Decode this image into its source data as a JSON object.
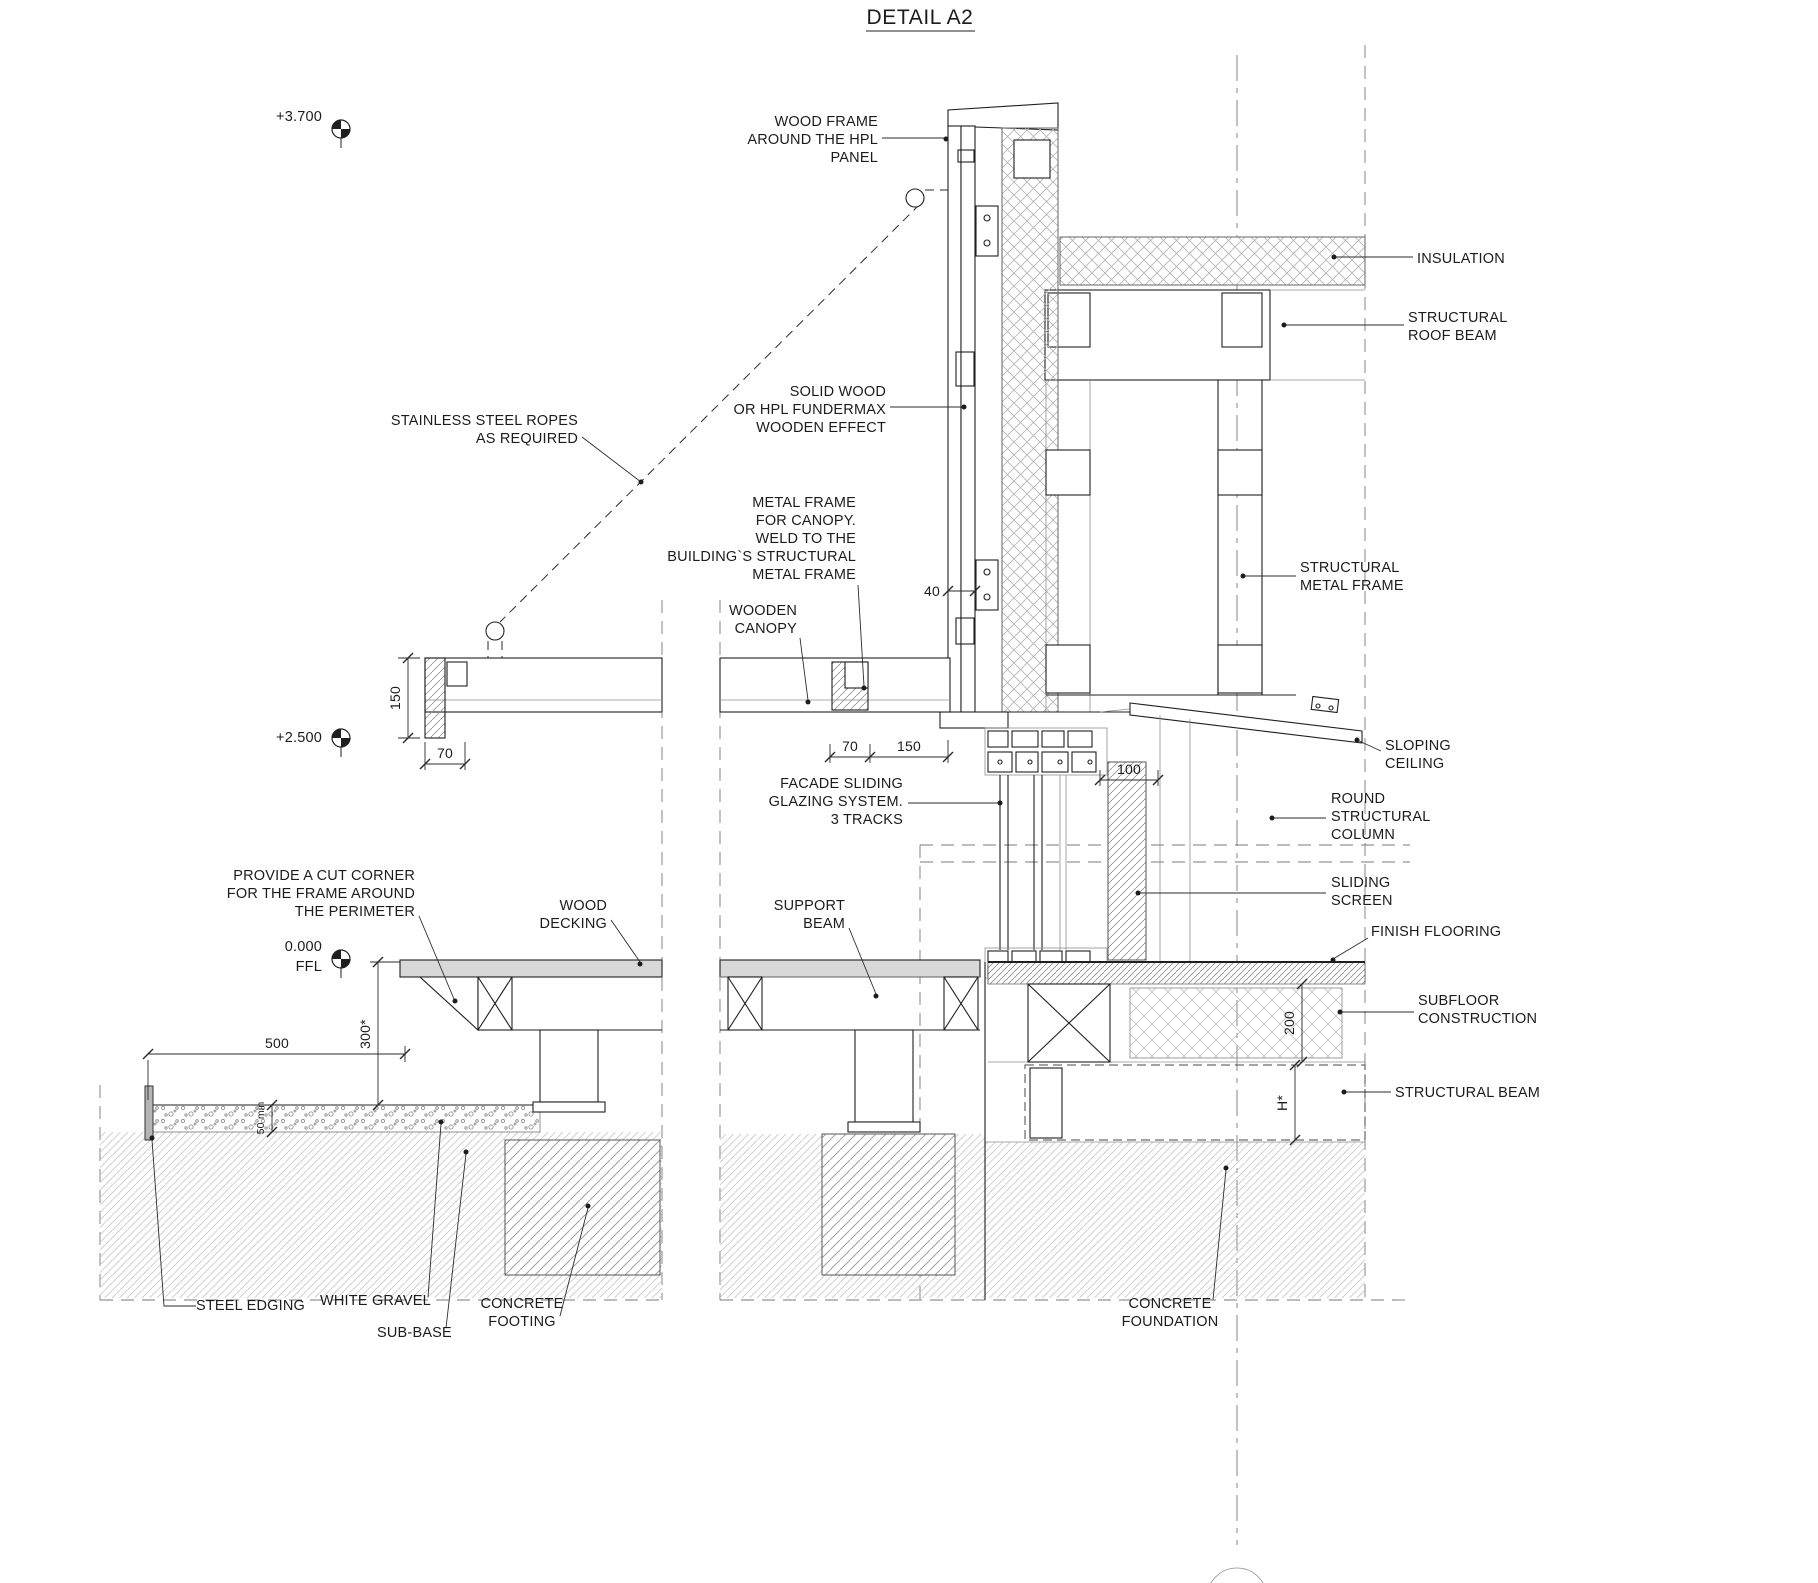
{
  "title": "DETAIL A2",
  "levels": {
    "upper": "+3.700",
    "canopy": "+2.500",
    "ffl_value": "0.000",
    "ffl_label": "FFL"
  },
  "annotations": {
    "wood_frame_l1": "WOOD FRAME",
    "wood_frame_l2": "AROUND THE HPL",
    "wood_frame_l3": "PANEL",
    "insulation": "INSULATION",
    "roof_beam_l1": "STRUCTURAL",
    "roof_beam_l2": "ROOF BEAM",
    "solid_wood_l1": "SOLID WOOD",
    "solid_wood_l2": "OR HPL FUNDERMAX",
    "solid_wood_l3": "WOODEN EFFECT",
    "ropes_l1": "STAINLESS STEEL ROPES",
    "ropes_l2": "AS REQUIRED",
    "canopy_frame_l1": "METAL FRAME",
    "canopy_frame_l2": "FOR CANOPY.",
    "canopy_frame_l3": "WELD TO THE",
    "canopy_frame_l4": "BUILDING`S STRUCTURAL",
    "canopy_frame_l5": "METAL FRAME",
    "metal_frame_l1": "STRUCTURAL",
    "metal_frame_l2": "METAL FRAME",
    "wooden_canopy_l1": "WOODEN",
    "wooden_canopy_l2": "CANOPY",
    "sloping_l1": "SLOPING",
    "sloping_l2": "CEILING",
    "glazing_l1": "FACADE SLIDING",
    "glazing_l2": "GLAZING SYSTEM.",
    "glazing_l3": "3 TRACKS",
    "column_l1": "ROUND",
    "column_l2": "STRUCTURAL",
    "column_l3": "COLUMN",
    "screen_l1": "SLIDING",
    "screen_l2": "SCREEN",
    "cut_corner_l1": "PROVIDE A CUT CORNER",
    "cut_corner_l2": "FOR THE FRAME AROUND",
    "cut_corner_l3": "THE PERIMETER",
    "decking_l1": "WOOD",
    "decking_l2": "DECKING",
    "support_l1": "SUPPORT",
    "support_l2": "BEAM",
    "finish_flooring": "FINISH FLOORING",
    "subfloor_l1": "SUBFLOOR",
    "subfloor_l2": "CONSTRUCTION",
    "structural_beam": "STRUCTURAL BEAM",
    "steel_edging": "STEEL EDGING",
    "white_gravel": "WHITE GRAVEL",
    "sub_base": "SUB-BASE",
    "footing_l1": "CONCRETE",
    "footing_l2": "FOOTING",
    "foundation_l1": "CONCRETE",
    "foundation_l2": "FOUNDATION"
  },
  "dimensions": {
    "canopy_height": "150",
    "canopy_edge": "70",
    "panel_gap": "40",
    "head_70": "70",
    "head_150": "150",
    "column_100": "100",
    "deck_height": "300*",
    "gravel_width": "500",
    "gravel_depth": "50 min",
    "subfloor_200": "200",
    "beam_h": "H*"
  },
  "colors": {
    "line": "#1f1f1f",
    "hatch": "#b3b3b3",
    "background": "#ffffff"
  }
}
